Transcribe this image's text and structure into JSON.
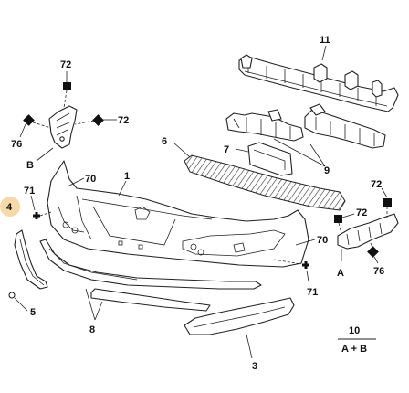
{
  "diagram": {
    "callouts": {
      "c1": "1",
      "c3": "3",
      "c4": "4",
      "c5": "5",
      "c6": "6",
      "c7": "7",
      "c8": "8",
      "c9": "9",
      "c10": "10",
      "c10_sub": "A + B",
      "c11": "11",
      "c70_left": "70",
      "c70_right": "70",
      "c71_left": "71",
      "c71_right": "71",
      "c72_top": "72",
      "c72_mid": "72",
      "c72_right_top": "72",
      "c72_right_mid": "72",
      "c76_left": "76",
      "c76_right": "76",
      "cA": "A",
      "cB": "B"
    },
    "highlight_color": "#f6d9a6"
  }
}
